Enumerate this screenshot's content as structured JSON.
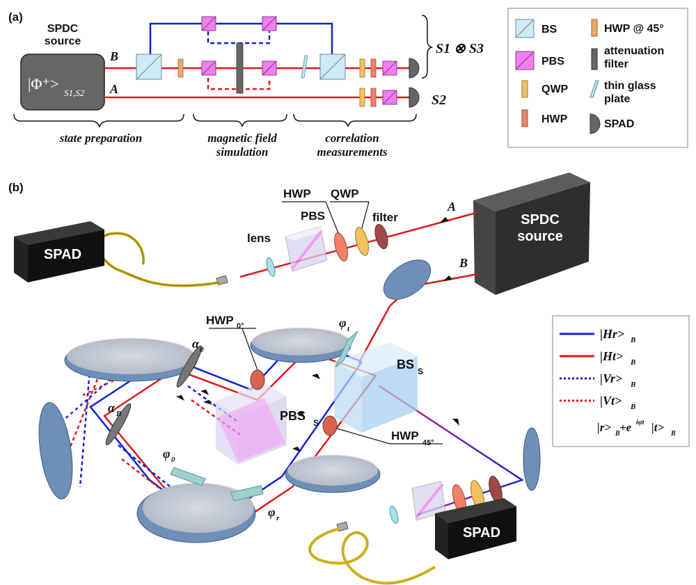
{
  "panel_a": {
    "panel_label": "(a)",
    "source_label_line1": "SPDC",
    "source_label_line2": "source",
    "source_state": "|Φ⁺>",
    "source_state_sub": "S1,S2",
    "beam_b": "B",
    "beam_a": "A",
    "output_top": "S1 ⊗ S3",
    "output_bottom": "S2",
    "section_1": "state preparation",
    "section_2_line1": "magnetic field",
    "section_2_line2": "simulation",
    "section_3_line1": "correlation",
    "section_3_line2": "measurements"
  },
  "legend_components": [
    {
      "label": "BS",
      "color": "#cfe9f5",
      "icon": "bs-cube-icon"
    },
    {
      "label": "HWP @ 45°",
      "color": "#e8a86a",
      "icon": "hwp45-plate-icon"
    },
    {
      "label": "PBS",
      "color": "#f07ef0",
      "icon": "pbs-cube-icon"
    },
    {
      "label": "attenuation",
      "label2": "filter",
      "color": "#666666",
      "icon": "filter-plate-icon"
    },
    {
      "label": "QWP",
      "color": "#f4c060",
      "icon": "qwp-plate-icon"
    },
    {
      "label": "thin glass",
      "label2": "plate",
      "color": "#bfe3ef",
      "icon": "glass-plate-icon"
    },
    {
      "label": "HWP",
      "color": "#f0806a",
      "icon": "hwp-plate-icon"
    },
    {
      "label": "SPAD",
      "color": "#666666",
      "icon": "spad-detector-icon"
    }
  ],
  "panel_b": {
    "panel_label": "(b)",
    "spad_top": "SPAD",
    "spad_bottom": "SPAD",
    "source_line1": "SPDC",
    "source_line2": "source",
    "beam_a": "A",
    "beam_b": "B",
    "hwp": "HWP",
    "qwp": "QWP",
    "pbs": "PBS",
    "filter": "filter",
    "lens": "lens",
    "hwp0": "HWP",
    "hwp0_sub": "0°",
    "hwp45": "HWP",
    "hwp45_sub": "45°",
    "bss": "BS",
    "bss_sub": "S",
    "pbss": "PBS",
    "pbss_sub": "S",
    "alpha0": "α",
    "alpha0_sub": "0",
    "alphaB": "α",
    "alphaB_sub": "B",
    "phi0": "φ",
    "phi0_sub": "0",
    "phit": "φ",
    "phit_sub": "t",
    "phir": "φ",
    "phir_sub": "r"
  },
  "legend_beams": [
    {
      "label": "|Hr>",
      "sub": "B",
      "color": "#1020d8",
      "style": "solid"
    },
    {
      "label": "|Ht>",
      "sub": "B",
      "color": "#e01818",
      "style": "solid"
    },
    {
      "label": "|Vr>",
      "sub": "B",
      "color": "#1020d8",
      "style": "dotted"
    },
    {
      "label": "|Vt>",
      "sub": "B",
      "color": "#e01818",
      "style": "dotted"
    },
    {
      "label": "|r>",
      "sub": "B",
      "label_mid": "+e",
      "sup": "iφt",
      "label_end": "|t>",
      "sub2": "B",
      "color": "#8020c0",
      "style": "mixed"
    }
  ]
}
